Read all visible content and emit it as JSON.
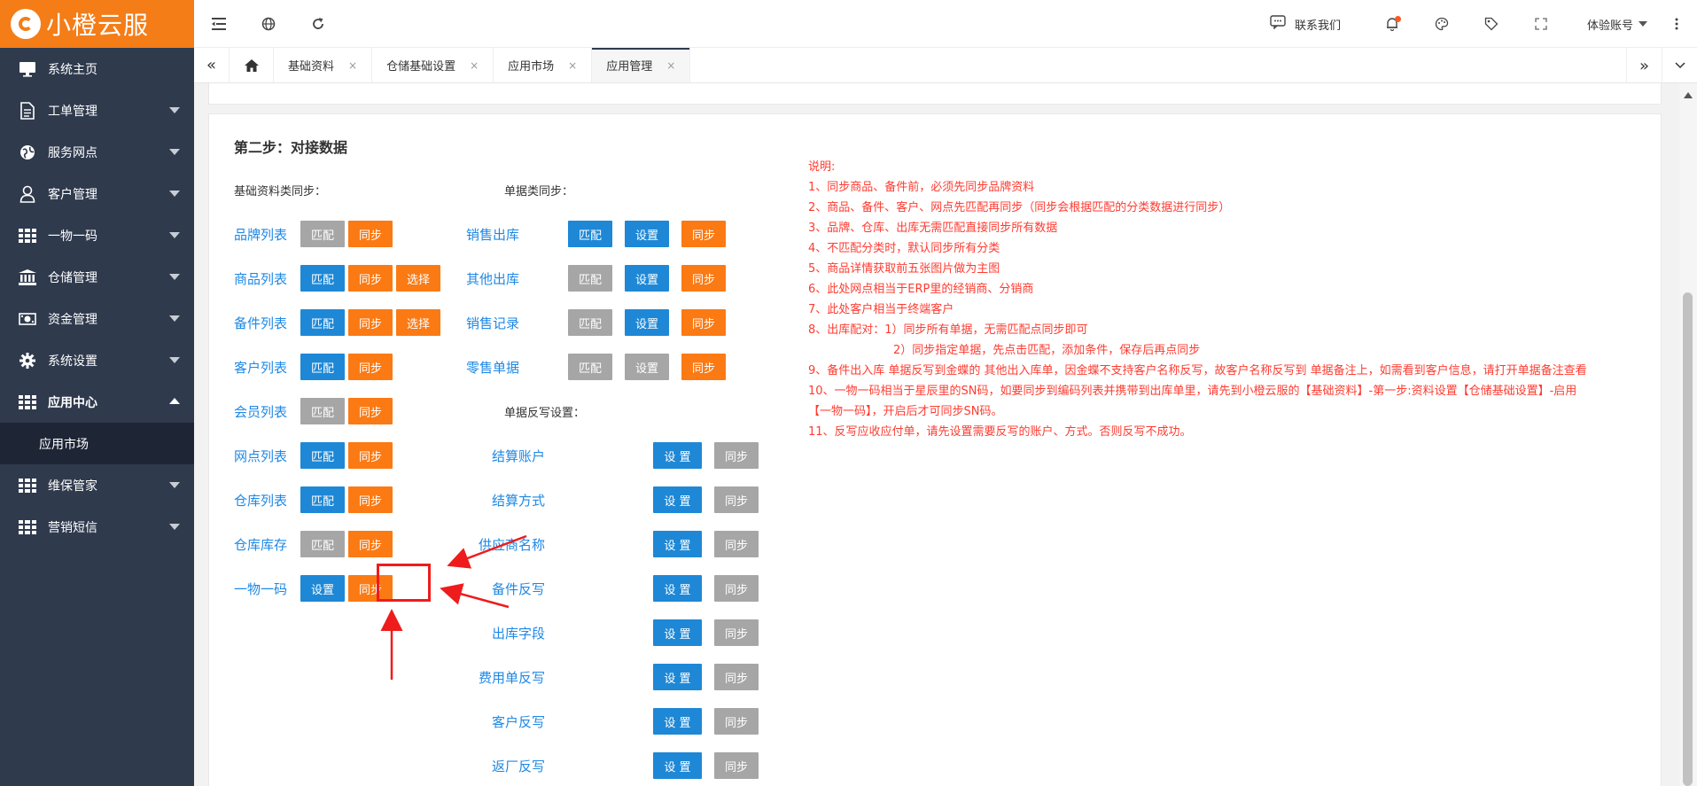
{
  "app": {
    "name": "小橙云服"
  },
  "sidebar": {
    "items": [
      {
        "label": "系统主页",
        "icon": "monitor-icon",
        "caret": false
      },
      {
        "label": "工单管理",
        "icon": "document-icon",
        "caret": true
      },
      {
        "label": "服务网点",
        "icon": "globe-icon",
        "caret": true
      },
      {
        "label": "客户管理",
        "icon": "user-icon",
        "caret": true
      },
      {
        "label": "一物一码",
        "icon": "grid-icon",
        "caret": true
      },
      {
        "label": "仓储管理",
        "icon": "bank-icon",
        "caret": true
      },
      {
        "label": "资金管理",
        "icon": "money-icon",
        "caret": true
      },
      {
        "label": "系统设置",
        "icon": "gear-icon",
        "caret": true
      },
      {
        "label": "应用中心",
        "icon": "grid-icon",
        "caret": "up"
      },
      {
        "label": "维保管家",
        "icon": "grid-icon",
        "caret": true
      },
      {
        "label": "营销短信",
        "icon": "grid-icon",
        "caret": true
      }
    ],
    "sub_item": "应用市场"
  },
  "topbar": {
    "contact": "联系我们",
    "account": "体验账号"
  },
  "tabs": [
    {
      "label": "基础资料"
    },
    {
      "label": "仓储基础设置"
    },
    {
      "label": "应用市场"
    },
    {
      "label": "应用管理"
    }
  ],
  "main": {
    "step_title": "第二步：对接数据",
    "basic_label": "基础资料类同步：",
    "doc_label": "单据类同步：",
    "writeback_label": "单据反写设置：",
    "basic_rows": [
      {
        "label": "品牌列表",
        "buttons": [
          {
            "text": "匹配",
            "color": "gray"
          },
          {
            "text": "同步",
            "color": "orange"
          }
        ]
      },
      {
        "label": "商品列表",
        "buttons": [
          {
            "text": "匹配",
            "color": "blue"
          },
          {
            "text": "同步",
            "color": "orange"
          },
          {
            "text": "选择",
            "color": "orange"
          }
        ]
      },
      {
        "label": "备件列表",
        "buttons": [
          {
            "text": "匹配",
            "color": "blue"
          },
          {
            "text": "同步",
            "color": "orange"
          },
          {
            "text": "选择",
            "color": "orange"
          }
        ]
      },
      {
        "label": "客户列表",
        "buttons": [
          {
            "text": "匹配",
            "color": "blue"
          },
          {
            "text": "同步",
            "color": "orange"
          }
        ]
      },
      {
        "label": "会员列表",
        "buttons": [
          {
            "text": "匹配",
            "color": "gray"
          },
          {
            "text": "同步",
            "color": "orange"
          }
        ]
      },
      {
        "label": "网点列表",
        "buttons": [
          {
            "text": "匹配",
            "color": "blue"
          },
          {
            "text": "同步",
            "color": "orange"
          }
        ]
      },
      {
        "label": "仓库列表",
        "buttons": [
          {
            "text": "匹配",
            "color": "blue"
          },
          {
            "text": "同步",
            "color": "orange"
          }
        ]
      },
      {
        "label": "仓库库存",
        "buttons": [
          {
            "text": "匹配",
            "color": "gray"
          },
          {
            "text": "同步",
            "color": "orange"
          }
        ]
      },
      {
        "label": "一物一码",
        "buttons": [
          {
            "text": "设置",
            "color": "blue"
          },
          {
            "text": "同步",
            "color": "orange"
          }
        ]
      }
    ],
    "doc_rows": [
      {
        "label": "销售出库",
        "buttons": [
          {
            "text": "匹配",
            "color": "blue"
          },
          {
            "text": "设置",
            "color": "blue"
          },
          {
            "text": "同步",
            "color": "orange"
          }
        ]
      },
      {
        "label": "其他出库",
        "buttons": [
          {
            "text": "匹配",
            "color": "gray"
          },
          {
            "text": "设置",
            "color": "blue"
          },
          {
            "text": "同步",
            "color": "orange"
          }
        ]
      },
      {
        "label": "销售记录",
        "buttons": [
          {
            "text": "匹配",
            "color": "gray"
          },
          {
            "text": "设置",
            "color": "blue"
          },
          {
            "text": "同步",
            "color": "orange"
          }
        ]
      },
      {
        "label": "零售单据",
        "buttons": [
          {
            "text": "匹配",
            "color": "gray"
          },
          {
            "text": "设置",
            "color": "gray"
          },
          {
            "text": "同步",
            "color": "orange"
          }
        ]
      }
    ],
    "writeback_rows": [
      {
        "label": "结算账户",
        "buttons": [
          {
            "text": "设 置",
            "color": "blue"
          },
          {
            "text": "同步",
            "color": "gray"
          }
        ]
      },
      {
        "label": "结算方式",
        "buttons": [
          {
            "text": "设 置",
            "color": "blue"
          },
          {
            "text": "同步",
            "color": "gray"
          }
        ]
      },
      {
        "label": "供应商名称",
        "buttons": [
          {
            "text": "设 置",
            "color": "blue"
          },
          {
            "text": "同步",
            "color": "gray"
          }
        ]
      },
      {
        "label": "备件反写",
        "buttons": [
          {
            "text": "设 置",
            "color": "blue"
          },
          {
            "text": "同步",
            "color": "gray"
          }
        ]
      },
      {
        "label": "出库字段",
        "buttons": [
          {
            "text": "设 置",
            "color": "blue"
          },
          {
            "text": "同步",
            "color": "gray"
          }
        ]
      },
      {
        "label": "费用单反写",
        "buttons": [
          {
            "text": "设 置",
            "color": "blue"
          },
          {
            "text": "同步",
            "color": "gray"
          }
        ]
      },
      {
        "label": "客户反写",
        "buttons": [
          {
            "text": "设 置",
            "color": "blue"
          },
          {
            "text": "同步",
            "color": "gray"
          }
        ]
      },
      {
        "label": "返厂反写",
        "buttons": [
          {
            "text": "设 置",
            "color": "blue"
          },
          {
            "text": "同步",
            "color": "gray"
          }
        ]
      }
    ],
    "notes": [
      "说明:",
      "1、同步商品、备件前，必须先同步品牌资料",
      "2、商品、备件、客户、网点先匹配再同步（同步会根据匹配的分类数据进行同步）",
      "3、品牌、仓库、出库无需匹配直接同步所有数据",
      "4、不匹配分类时，默认同步所有分类",
      "5、商品详情获取前五张图片做为主图",
      "6、此处网点相当于ERP里的经销商、分销商",
      "7、此处客户相当于终端客户",
      "8、出库配对：1）同步所有单据，无需匹配点同步即可",
      "2）同步指定单据，先点击匹配，添加条件，保存后再点同步",
      "9、备件出入库 单据反写到金蝶的 其他出入库单，因金蝶不支持客户名称反写，故客户名称反写到 单据备注上，如需看到客户信息，请打开单据备注查看",
      "10、一物一码相当于星辰里的SN码，如要同步到编码列表并携带到出库单里，请先到小橙云服的【基础资料】-第一步:资料设置【仓储基础设置】-启用【一物一码】，开启后才可同步SN码。",
      "11、反写应收应付单，请先设置需要反写的账户、方式。否则反写不成功。"
    ]
  },
  "colors": {
    "brand": "#f47d18",
    "sidebar": "#2f3a4d",
    "blue": "#1e88d6",
    "orange": "#fb7a14",
    "gray": "#a6a6a6",
    "note": "#ff3b30"
  }
}
